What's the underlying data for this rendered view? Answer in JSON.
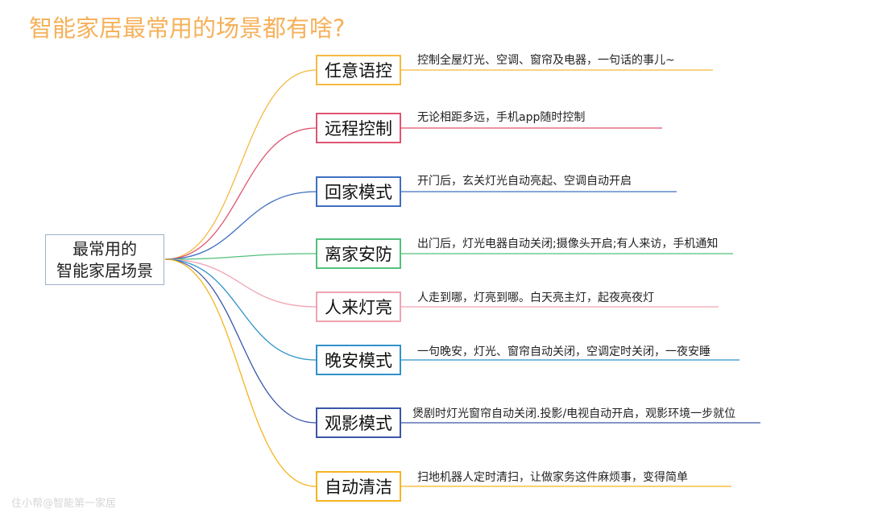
{
  "title": "智能家居最常用的场景都有啥?",
  "root": {
    "line1": "最常用的",
    "line2": "智能家居场景"
  },
  "branches": [
    {
      "name": "任意语控",
      "desc": "控制全屋灯光、空调、窗帘及电器，一句话的事儿~",
      "color": "#f5b942"
    },
    {
      "name": "远程控制",
      "desc": "无论相距多远，手机app随时控制",
      "color": "#e05470"
    },
    {
      "name": "回家模式",
      "desc": "开门后，玄关灯光自动亮起、空调自动开启",
      "color": "#3f6fc0"
    },
    {
      "name": "离家安防",
      "desc": "出门后，灯光电器自动关闭;摄像头开启;有人来访，手机通知",
      "color": "#52c07a"
    },
    {
      "name": "人来灯亮",
      "desc": "人走到哪，灯亮到哪。白天亮主灯，起夜亮夜灯",
      "color": "#f0a3b0"
    },
    {
      "name": "晚安模式",
      "desc": "一句晚安，灯光、窗帘自动关闭，空调定时关闭，一夜安睡",
      "color": "#2f92c9"
    },
    {
      "name": "观影模式",
      "desc": "煲剧时灯光窗帘自动关闭.投影/电视自动开启，观影环境一步就位",
      "color": "#3a56a8"
    },
    {
      "name": "自动清洁",
      "desc": "扫地机器人定时清扫，让做家务这件麻烦事，变得简单",
      "color": "#f5b521"
    }
  ],
  "watermark": "住小帮@智能第一家居"
}
